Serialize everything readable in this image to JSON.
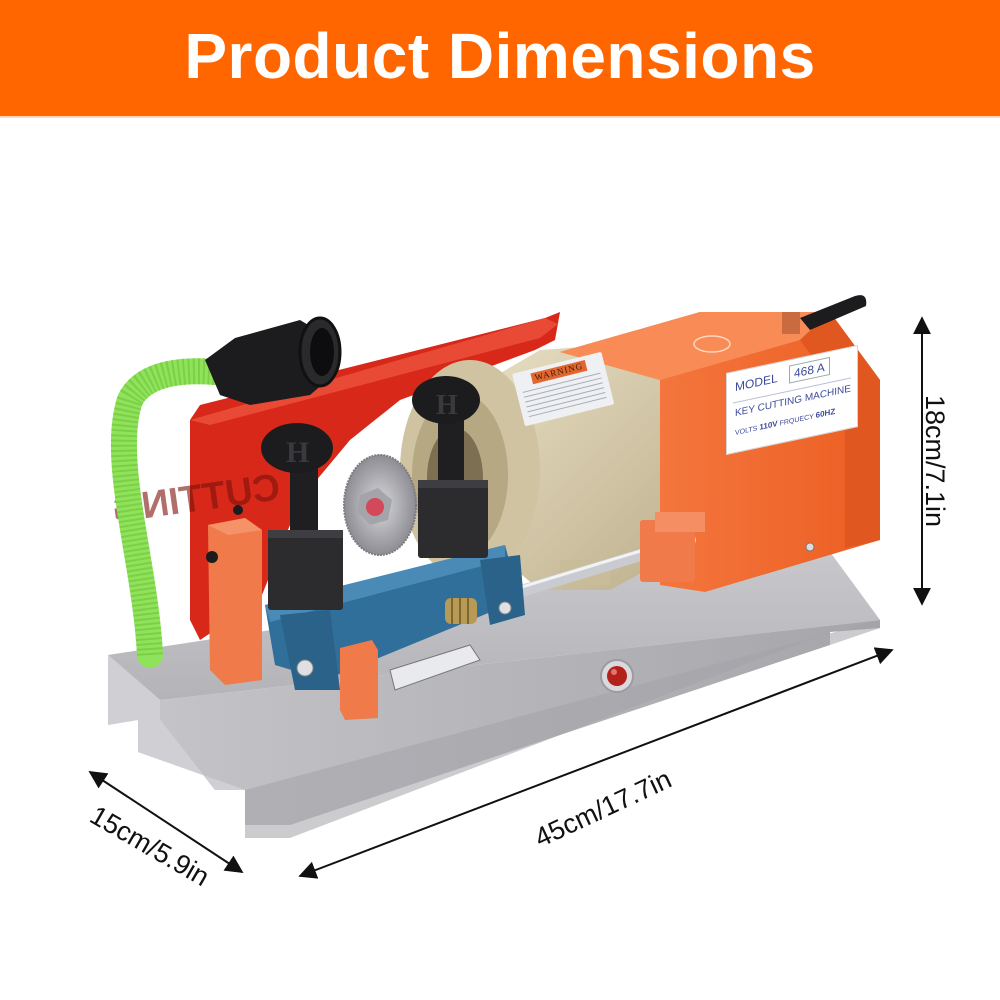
{
  "header": {
    "title": "Product Dimensions",
    "background_color": "#ff6600",
    "text_color": "#ffffff"
  },
  "product": {
    "type": "key cutting machine",
    "nameplate": {
      "model_label": "MODEL",
      "model_number": "468 A",
      "name": "KEY CUTTING MACHINE",
      "volts_label": "VOLTS",
      "volts_value": "110V",
      "frequency_label": "FRQUECY",
      "frequency_value": "60HZ"
    },
    "warning_label": {
      "title": "WARNING"
    },
    "clamp_knob_letter": "H",
    "colors": {
      "housing": "#f26a2e",
      "shield": "#d8281a",
      "motor": "#d8cdb0",
      "base": "#b8b8bc",
      "clamp_bed": "#2f6f9a",
      "vacuum_hose": "#8fe35a"
    }
  },
  "dimensions": {
    "height": "18cm/7.1in",
    "length": "45cm/17.7in",
    "depth": "15cm/5.9in"
  }
}
